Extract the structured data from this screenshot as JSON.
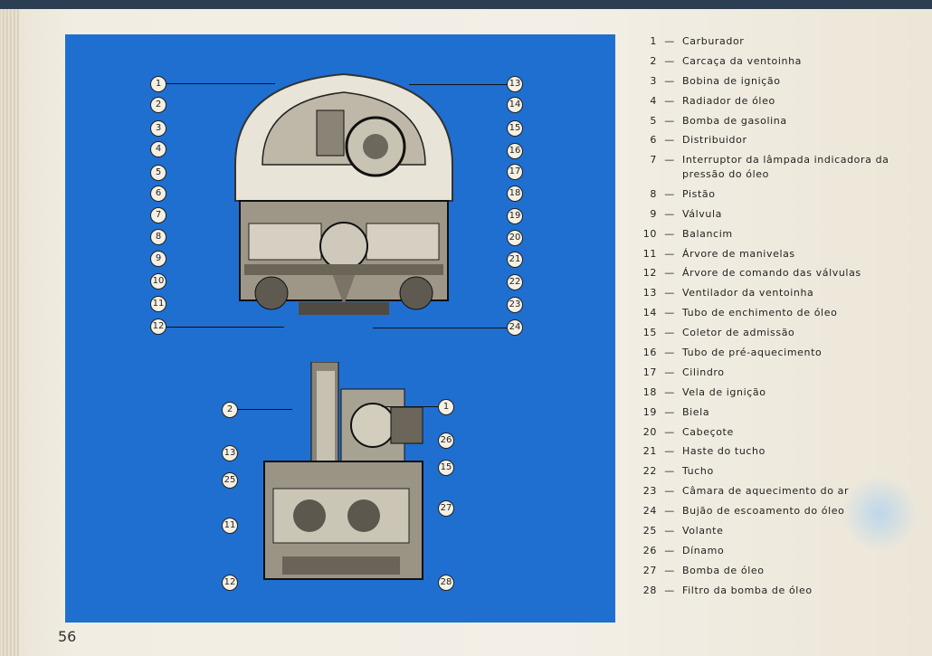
{
  "page_number": "56",
  "legend": [
    {
      "num": "1",
      "label": "Carburador"
    },
    {
      "num": "2",
      "label": "Carcaça da ventoinha"
    },
    {
      "num": "3",
      "label": "Bobina de ignição"
    },
    {
      "num": "4",
      "label": "Radiador de óleo"
    },
    {
      "num": "5",
      "label": "Bomba de gasolina"
    },
    {
      "num": "6",
      "label": "Distribuidor"
    },
    {
      "num": "7",
      "label": "Interruptor da lâmpada indicadora da pressão do óleo"
    },
    {
      "num": "8",
      "label": "Pistão"
    },
    {
      "num": "9",
      "label": "Válvula"
    },
    {
      "num": "10",
      "label": "Balancim"
    },
    {
      "num": "11",
      "label": "Árvore de manivelas"
    },
    {
      "num": "12",
      "label": "Árvore de comando das válvulas"
    },
    {
      "num": "13",
      "label": "Ventilador da ventoinha"
    },
    {
      "num": "14",
      "label": "Tubo de enchimento de óleo"
    },
    {
      "num": "15",
      "label": "Coletor de admissão"
    },
    {
      "num": "16",
      "label": "Tubo de pré-aquecimento"
    },
    {
      "num": "17",
      "label": "Cilindro"
    },
    {
      "num": "18",
      "label": "Vela de ignição"
    },
    {
      "num": "19",
      "label": "Biela"
    },
    {
      "num": "20",
      "label": "Cabeçote"
    },
    {
      "num": "21",
      "label": "Haste do tucho"
    },
    {
      "num": "22",
      "label": "Tucho"
    },
    {
      "num": "23",
      "label": "Câmara de aquecimento do ar"
    },
    {
      "num": "24",
      "label": "Bujão de escoamento do óleo"
    },
    {
      "num": "25",
      "label": "Volante"
    },
    {
      "num": "26",
      "label": "Dínamo"
    },
    {
      "num": "27",
      "label": "Bomba de óleo"
    },
    {
      "num": "28",
      "label": "Filtro da bomba de óleo"
    }
  ],
  "dash": "—",
  "top_callouts_left": [
    "1",
    "2",
    "3",
    "4",
    "5",
    "6",
    "7",
    "8",
    "9",
    "10",
    "11",
    "12"
  ],
  "top_callouts_right": [
    "13",
    "14",
    "15",
    "16",
    "17",
    "18",
    "19",
    "20",
    "21",
    "22",
    "23",
    "24"
  ],
  "side_callouts": [
    "2",
    "13",
    "25",
    "11",
    "12",
    "1",
    "26",
    "15",
    "27",
    "28"
  ]
}
